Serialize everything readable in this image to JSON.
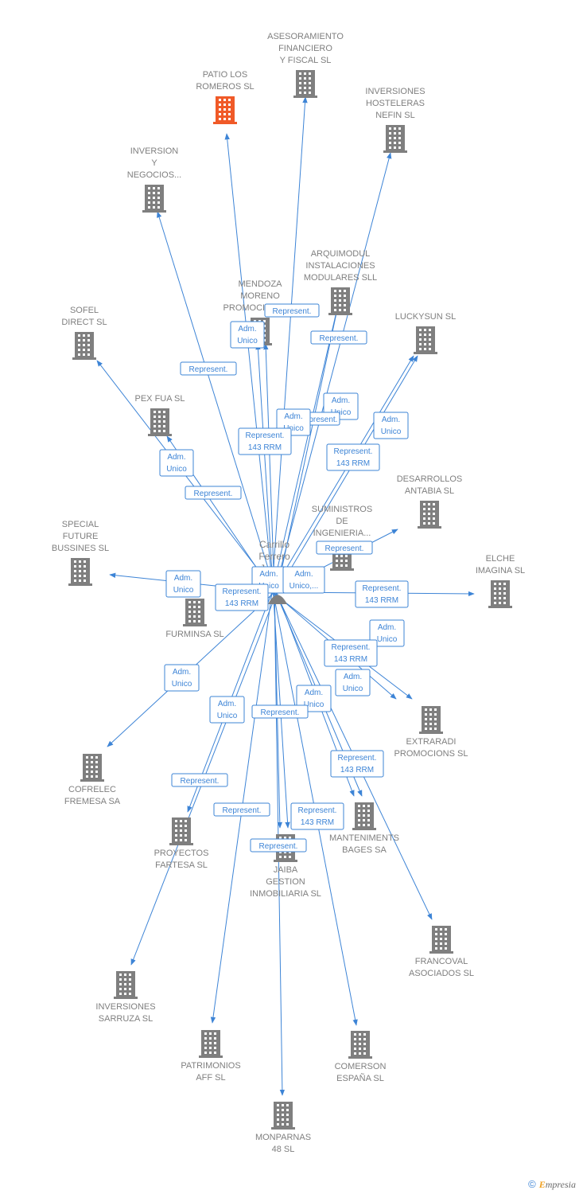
{
  "center": {
    "label_lines": [
      "Carrillo",
      "Ferrero",
      "Juan..."
    ]
  },
  "colors": {
    "edge": "#3d84d6",
    "building": "#7f7f7f",
    "building_highlight": "#f05a28"
  },
  "nodes": [
    {
      "id": "asesoramiento",
      "label_lines": [
        "ASESORAMIENTO",
        "FINANCIERO",
        "Y FISCAL SL"
      ],
      "highlight": false
    },
    {
      "id": "patio",
      "label_lines": [
        "PATIO LOS",
        "ROMEROS  SL"
      ],
      "highlight": true
    },
    {
      "id": "hosteleras",
      "label_lines": [
        "INVERSIONES",
        "HOSTELERAS",
        "NEFIN SL"
      ],
      "highlight": false
    },
    {
      "id": "inversion-negocios",
      "label_lines": [
        "INVERSION",
        "Y",
        "NEGOCIOS..."
      ],
      "highlight": false
    },
    {
      "id": "arquimodul",
      "label_lines": [
        "ARQUIMODUL",
        "INSTALACIONES",
        "MODULARES SLL"
      ],
      "highlight": false
    },
    {
      "id": "mendoza",
      "label_lines": [
        "MENDOZA",
        "MORENO",
        "PROMOCIONES..."
      ],
      "highlight": false
    },
    {
      "id": "sofel",
      "label_lines": [
        "SOFEL",
        "DIRECT SL"
      ],
      "highlight": false
    },
    {
      "id": "luckysun",
      "label_lines": [
        "LUCKYSUN SL"
      ],
      "highlight": false
    },
    {
      "id": "pexfua",
      "label_lines": [
        "PEX FUA SL"
      ],
      "highlight": false
    },
    {
      "id": "antabia",
      "label_lines": [
        "DESARROLLOS",
        "ANTABIA SL"
      ],
      "highlight": false
    },
    {
      "id": "suministros",
      "label_lines": [
        "SUMINISTROS",
        "DE",
        "INGENIERIA..."
      ],
      "highlight": false
    },
    {
      "id": "special",
      "label_lines": [
        "SPECIAL",
        "FUTURE",
        "BUSSINES SL"
      ],
      "highlight": false
    },
    {
      "id": "elche",
      "label_lines": [
        "ELCHE",
        "IMAGINA SL"
      ],
      "highlight": false
    },
    {
      "id": "furminsa",
      "label_lines": [
        "FURMINSA SL"
      ],
      "highlight": false
    },
    {
      "id": "extraradi",
      "label_lines": [
        "EXTRARADI",
        "PROMOCIONS SL"
      ],
      "highlight": false
    },
    {
      "id": "cofrelec",
      "label_lines": [
        "COFRELEC",
        "FREMESA SA"
      ],
      "highlight": false
    },
    {
      "id": "manteniments",
      "label_lines": [
        "MANTENIMENTS",
        "BAGES SA"
      ],
      "highlight": false
    },
    {
      "id": "fartesa",
      "label_lines": [
        "PROYECTOS",
        "FARTESA SL"
      ],
      "highlight": false
    },
    {
      "id": "jaiba",
      "label_lines": [
        "JAIBA",
        "GESTION",
        "INMOBILIARIA SL"
      ],
      "highlight": false
    },
    {
      "id": "francoval",
      "label_lines": [
        "FRANCOVAL",
        "ASOCIADOS SL"
      ],
      "highlight": false
    },
    {
      "id": "sarruza",
      "label_lines": [
        "INVERSIONES",
        "SARRUZA SL"
      ],
      "highlight": false
    },
    {
      "id": "patrimonios",
      "label_lines": [
        "PATRIMONIOS",
        "AFF SL"
      ],
      "highlight": false
    },
    {
      "id": "comerson",
      "label_lines": [
        "COMERSON",
        "ESPAÑA SL"
      ],
      "highlight": false
    },
    {
      "id": "monparnas",
      "label_lines": [
        "MONPARNAS",
        "48 SL"
      ],
      "highlight": false
    }
  ],
  "edge_labels": [
    {
      "lines": [
        "Represent."
      ]
    },
    {
      "lines": [
        "Adm.",
        "Unico"
      ]
    },
    {
      "lines": [
        "Represent."
      ]
    },
    {
      "lines": [
        "Represent."
      ]
    },
    {
      "lines": [
        "Adm.",
        "Unico"
      ]
    },
    {
      "lines": [
        "Represent."
      ]
    },
    {
      "lines": [
        "Adm.",
        "Unico"
      ]
    },
    {
      "lines": [
        "Represent.",
        "143 RRM"
      ]
    },
    {
      "lines": [
        "Adm.",
        "Unico"
      ]
    },
    {
      "lines": [
        "Represent.",
        "143 RRM"
      ]
    },
    {
      "lines": [
        "Adm.",
        "Unico"
      ]
    },
    {
      "lines": [
        "Represent."
      ]
    },
    {
      "lines": [
        "Represent."
      ]
    },
    {
      "lines": [
        "Adm.",
        "Unico"
      ]
    },
    {
      "lines": [
        "Adm.",
        "Unico"
      ]
    },
    {
      "lines": [
        "Adm.",
        "Unico,..."
      ]
    },
    {
      "lines": [
        "Represent.",
        "143 RRM"
      ]
    },
    {
      "lines": [
        "Represent.",
        "143 RRM"
      ]
    },
    {
      "lines": [
        "Adm.",
        "Unico"
      ]
    },
    {
      "lines": [
        "Represent.",
        "143 RRM"
      ]
    },
    {
      "lines": [
        "Adm.",
        "Unico"
      ]
    },
    {
      "lines": [
        "Adm.",
        "Unico"
      ]
    },
    {
      "lines": [
        "Adm.",
        "Unico"
      ]
    },
    {
      "lines": [
        "Adm.",
        "Unico"
      ]
    },
    {
      "lines": [
        "Represent."
      ]
    },
    {
      "lines": [
        "Represent.",
        "143 RRM"
      ]
    },
    {
      "lines": [
        "Represent."
      ]
    },
    {
      "lines": [
        "Represent."
      ]
    },
    {
      "lines": [
        "Represent.",
        "143 RRM"
      ]
    },
    {
      "lines": [
        "Represent."
      ]
    }
  ],
  "footer": {
    "copyright": "©",
    "brand_e": "E",
    "brand_rest": "mpresia"
  }
}
